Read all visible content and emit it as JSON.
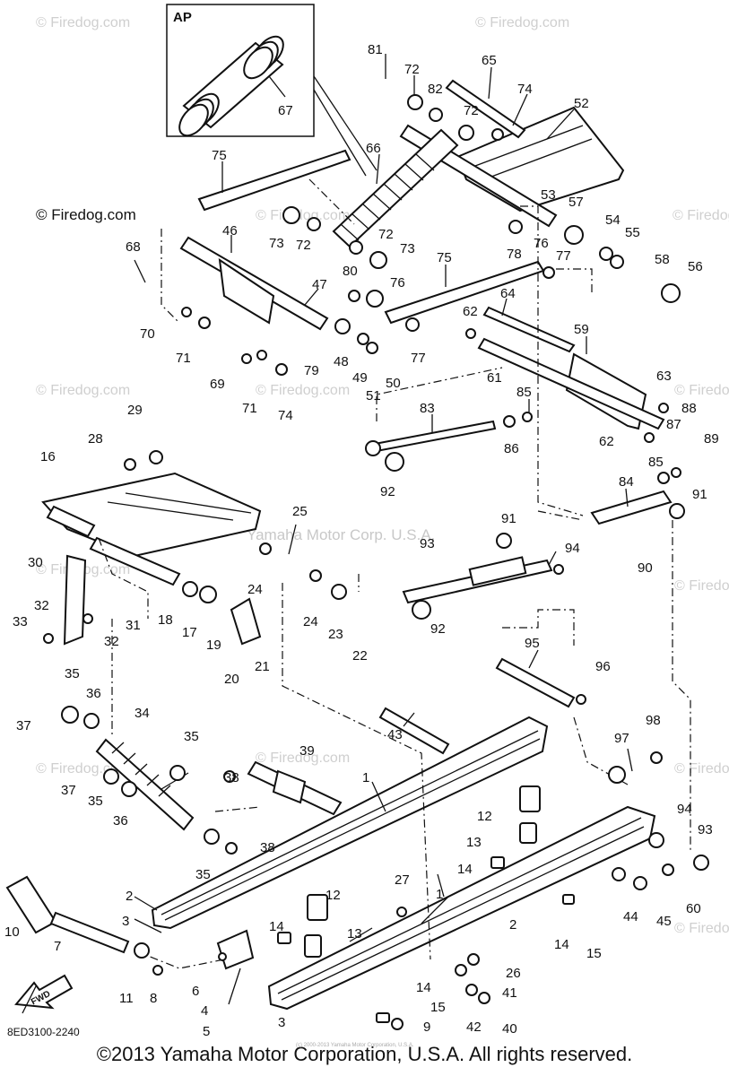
{
  "diagram": {
    "inset_label": "AP",
    "code": "8ED3100-2240",
    "center_watermark": "Yamaha Motor Corp. U.S.A.",
    "watermark": "© Firedog.com",
    "fwd_label": "FWD",
    "part_numbers": [
      "1",
      "2",
      "3",
      "4",
      "5",
      "6",
      "7",
      "8",
      "9",
      "10",
      "11",
      "12",
      "13",
      "14",
      "15",
      "16",
      "17",
      "18",
      "19",
      "20",
      "21",
      "22",
      "23",
      "24",
      "25",
      "26",
      "27",
      "28",
      "29",
      "30",
      "31",
      "32",
      "33",
      "34",
      "35",
      "36",
      "37",
      "38",
      "39",
      "40",
      "41",
      "42",
      "43",
      "44",
      "45",
      "46",
      "47",
      "48",
      "49",
      "50",
      "51",
      "52",
      "53",
      "54",
      "55",
      "56",
      "57",
      "58",
      "59",
      "60",
      "61",
      "62",
      "63",
      "64",
      "65",
      "66",
      "67",
      "68",
      "69",
      "70",
      "71",
      "72",
      "73",
      "74",
      "75",
      "76",
      "77",
      "78",
      "79",
      "80",
      "81",
      "82",
      "83",
      "84",
      "85",
      "86",
      "87",
      "88",
      "89",
      "90",
      "91",
      "92",
      "93",
      "94",
      "95",
      "96",
      "97",
      "98"
    ]
  },
  "footer": {
    "copyright": "©2013 Yamaha Motor Corporation, U.S.A. All rights reserved.",
    "fine_print": "(c) 2000-2013 Yamaha Motor Corporation, U.S.A."
  }
}
